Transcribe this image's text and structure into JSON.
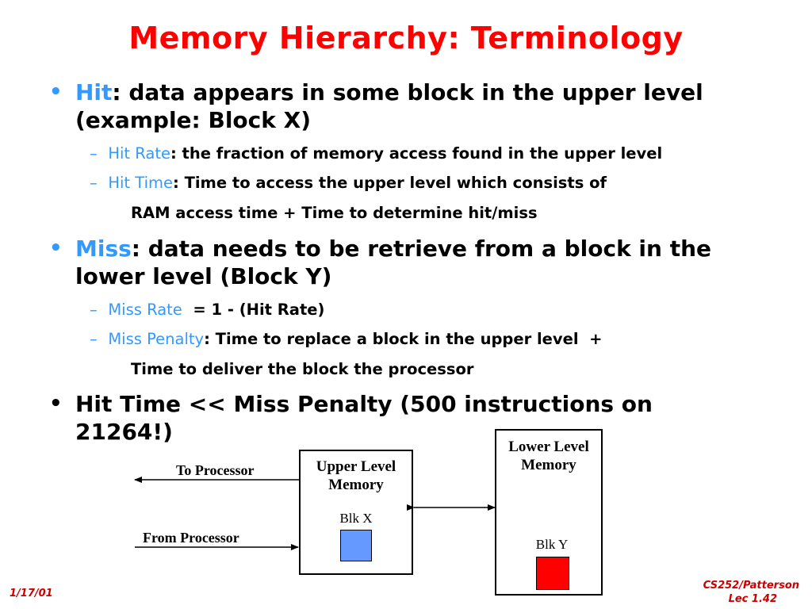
{
  "title": "Memory Hierarchy: Terminology",
  "bullet_glyph": "•",
  "dash_glyph": "–",
  "hit": {
    "term": "Hit",
    "text_line1": ": data appears in some block in the upper level",
    "text_line2": "(example: Block X)",
    "subs": [
      {
        "term": "Hit Rate",
        "text": ": the fraction of memory access found in the upper level"
      },
      {
        "term": "Hit Time",
        "text": ": Time to access the upper level which consists of",
        "cont": "RAM access time + Time to determine hit/miss"
      }
    ]
  },
  "miss": {
    "term": "Miss",
    "text_line1": ": data needs to be retrieve from a block in the",
    "text_line2": "lower level (Block Y)",
    "subs": [
      {
        "term": "Miss Rate",
        "text": "  = 1 - (Hit Rate)"
      },
      {
        "term": "Miss Penalty",
        "text": ": Time to replace a block in the upper level  +",
        "cont": "Time to deliver the block the processor"
      }
    ]
  },
  "third": {
    "line1": "Hit Time << Miss Penalty (500 instructions on",
    "line2": "21264!)"
  },
  "diagram": {
    "to_processor": "To Processor",
    "from_processor": "From Processor",
    "upper_title_1": "Upper Level",
    "upper_title_2": "Memory",
    "upper_block": "Blk X",
    "lower_title_1": "Lower Level",
    "lower_title_2": "Memory",
    "lower_block": "Blk Y",
    "colors": {
      "blk_x": "#6699ff",
      "blk_y": "#ff0000"
    }
  },
  "footer": {
    "date": "1/17/01",
    "course": "CS252/Patterson",
    "lecture": "Lec 1.42"
  },
  "colors": {
    "title": "#ff0000",
    "term": "#3399ff",
    "footer": "#cc0000"
  }
}
